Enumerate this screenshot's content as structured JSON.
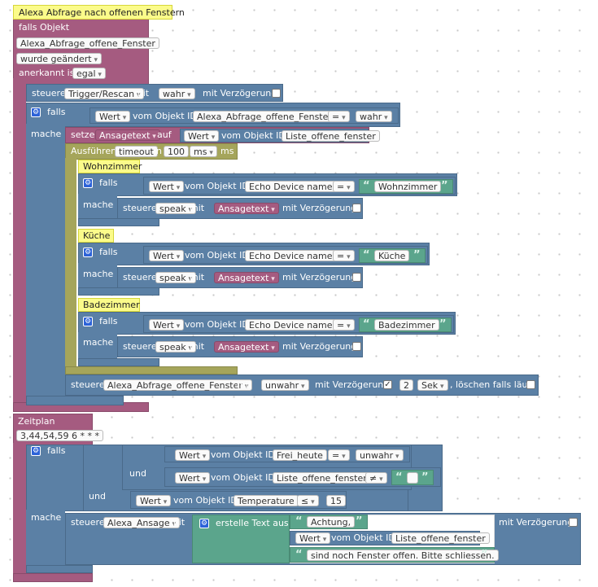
{
  "block1": {
    "comment": "Alexa Abfrage nach offenen Fenstern",
    "trigger_label": "falls Objekt",
    "object_id": "Alexa_Abfrage_offene_Fenster",
    "changed": "wurde geändert",
    "ack_label": "anerkannt ist",
    "ack_value": "egal",
    "control1": {
      "steuere": "steuere",
      "target": "Trigger/Rescan",
      "mit": "mit",
      "value": "wahr",
      "delay": "mit Verzögerung"
    },
    "if1": {
      "falls": "falls",
      "wert": "Wert",
      "vom": "vom Objekt ID",
      "object": "Alexa_Abfrage_offene_Fenster",
      "op": "=",
      "value": "wahr",
      "mache": "mache"
    },
    "setze": {
      "setze": "setze",
      "var": "Ansagetext",
      "auf": "auf",
      "wert": "Wert",
      "vom": "vom Objekt ID",
      "object": "Liste_offene_fenster"
    },
    "timeout": {
      "label": "Ausführen",
      "name": "timeout",
      "in": "in",
      "amount": "100",
      "unit": "ms",
      "suffix": "ms"
    },
    "rooms": [
      {
        "comment": "Wohnzimmer",
        "falls": "falls",
        "wert": "Wert",
        "vom": "vom Objekt ID",
        "object": "Echo Device name",
        "op": "=",
        "text": "Wohnzimmer",
        "mache": "mache",
        "steuere": "steuere",
        "target": "speak",
        "mit": "mit",
        "var": "Ansagetext",
        "delay": "mit Verzögerung"
      },
      {
        "comment": "Küche",
        "falls": "falls",
        "wert": "Wert",
        "vom": "vom Objekt ID",
        "object": "Echo Device name",
        "op": "=",
        "text": "Küche",
        "mache": "mache",
        "steuere": "steuere",
        "target": "speak",
        "mit": "mit",
        "var": "Ansagetext",
        "delay": "mit Verzögerung"
      },
      {
        "comment": "Badezimmer",
        "falls": "falls",
        "wert": "Wert",
        "vom": "vom Objekt ID",
        "object": "Echo Device name",
        "op": "=",
        "text": "Badezimmer",
        "mache": "mache",
        "steuere": "steuere",
        "target": "speak",
        "mit": "mit",
        "var": "Ansagetext",
        "delay": "mit Verzögerung"
      }
    ],
    "control2": {
      "steuere": "steuere",
      "target": "Alexa_Abfrage_offene_Fenster",
      "mit": "mit",
      "value": "unwahr",
      "delay": "mit Verzögerung",
      "amount": "2",
      "unit": "Sek",
      "clear": ", löschen falls läuft"
    }
  },
  "block2": {
    "label": "Zeitplan",
    "cron": "3,44,54,59 6 * * *",
    "falls": "falls",
    "und": "und",
    "cond1": {
      "wert": "Wert",
      "vom": "vom Objekt ID",
      "object": "Frei_heute",
      "op": "=",
      "value": "unwahr"
    },
    "cond2": {
      "wert": "Wert",
      "vom": "vom Objekt ID",
      "object": "Liste_offene_fenster",
      "op": "≠"
    },
    "cond3": {
      "wert": "Wert",
      "vom": "vom Objekt ID",
      "object": "Temperature",
      "op": "≤",
      "value": "15"
    },
    "mache": "mache",
    "control": {
      "steuere": "steuere",
      "target": "Alexa_Ansage",
      "mit": "mit",
      "delay": "mit Verzögerung"
    },
    "text": {
      "label": "erstelle Text aus",
      "part1": "Achtung,",
      "wert": "Wert",
      "vom": "vom Objekt ID",
      "object": "Liste_offene_fenster",
      "part3": "sind noch Fenster offen. Bitte schliessen."
    }
  }
}
